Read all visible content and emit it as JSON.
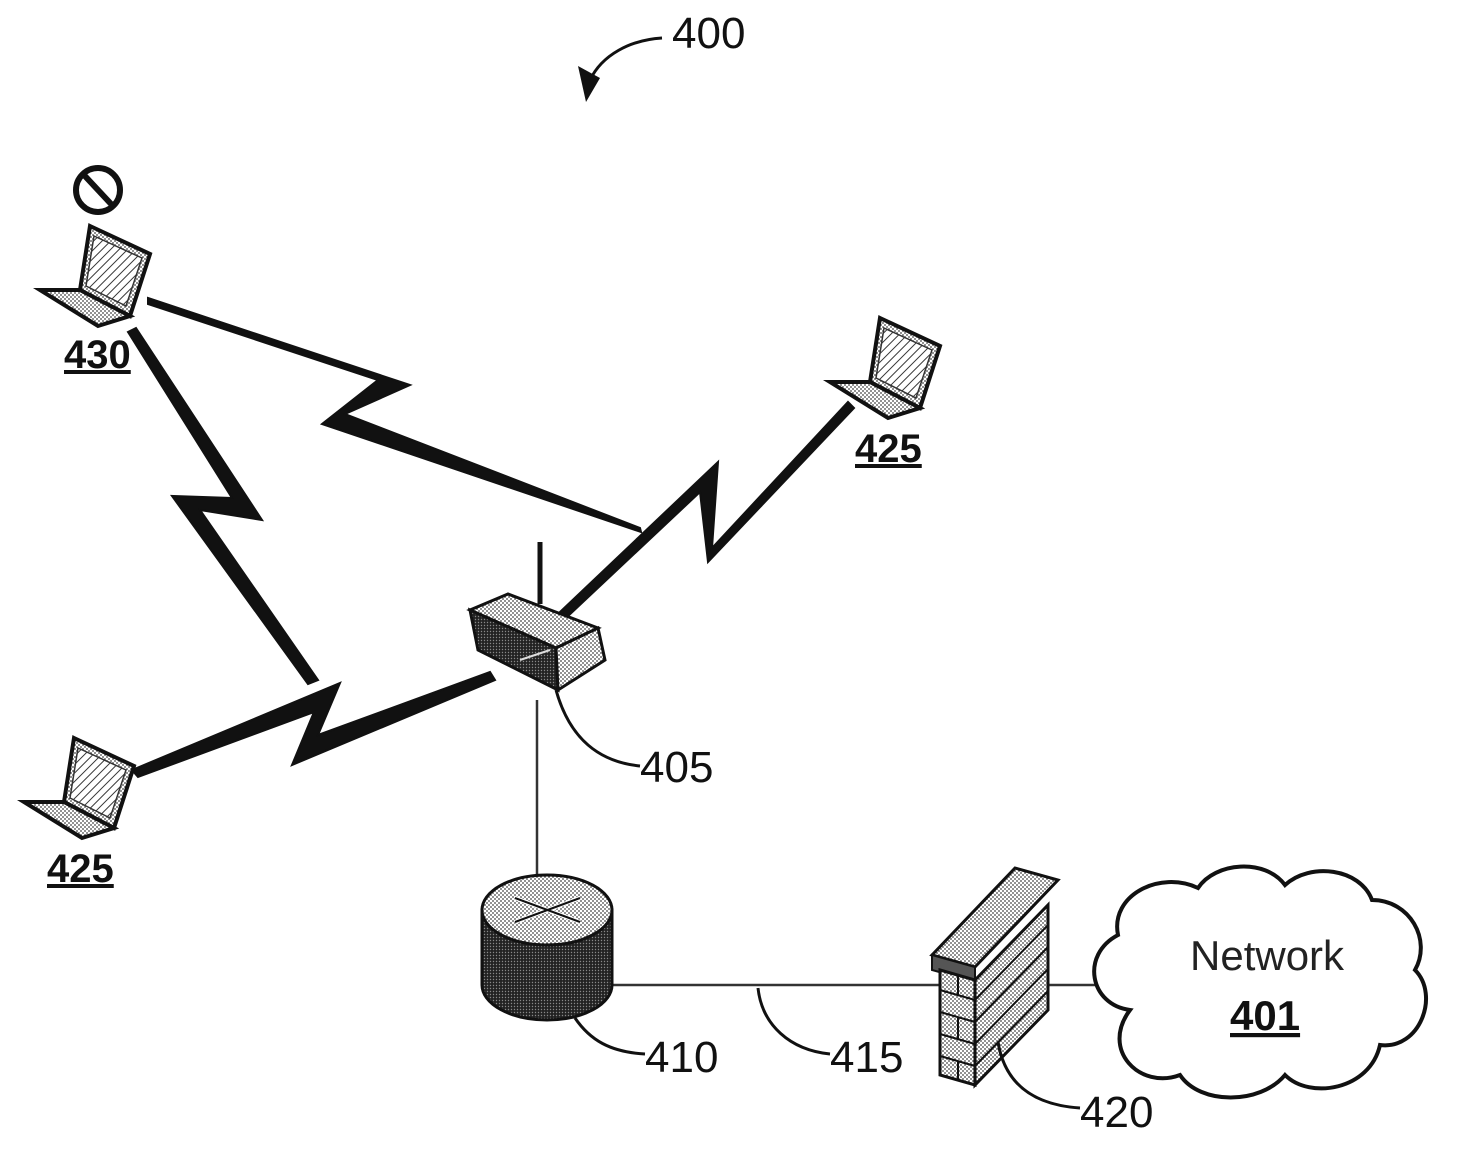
{
  "figure": {
    "number": "400"
  },
  "labels": {
    "access_point": "405",
    "router": "410",
    "link": "415",
    "firewall": "420",
    "blocked_client": "430",
    "client_right": "425",
    "client_left": "425"
  },
  "network": {
    "name": "Network",
    "number": "401"
  },
  "icons": {
    "blocked_marker": "prohibited-icon",
    "client": "laptop-icon",
    "access_point": "wireless-access-point-icon",
    "router": "router-icon",
    "firewall": "firewall-icon",
    "network": "cloud-icon"
  }
}
